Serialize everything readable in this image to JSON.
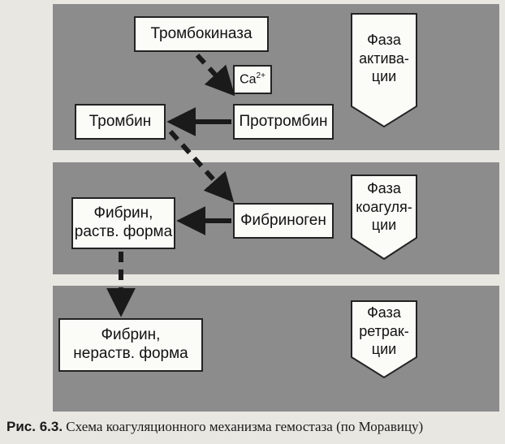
{
  "nodes": {
    "thrombokinase": "Тромбокиназа",
    "calcium": "Ca",
    "calcium_sup": "2+",
    "thrombin": "Тромбин",
    "prothrombin": "Протромбин",
    "fibrinogen": "Фибриноген",
    "fibrin_soluble_line1": "Фибрин,",
    "fibrin_soluble_line2": "раств. форма",
    "fibrin_insoluble_line1": "Фибрин,",
    "fibrin_insoluble_line2": "нераств. форма"
  },
  "phases": [
    {
      "lines": [
        "Фаза",
        "актива-",
        "ции"
      ]
    },
    {
      "lines": [
        "Фаза",
        "коагуля-",
        "ции"
      ]
    },
    {
      "lines": [
        "Фаза",
        "ретрак-",
        "ции"
      ]
    }
  ],
  "caption": {
    "label": "Рис. 6.3.",
    "text": " Схема коагуляционного механизма гемостаза (по Моравицу)"
  },
  "colors": {
    "band": "#8c8c8c",
    "box": "#fbfbf8",
    "arrow": "#1a1a1a"
  }
}
